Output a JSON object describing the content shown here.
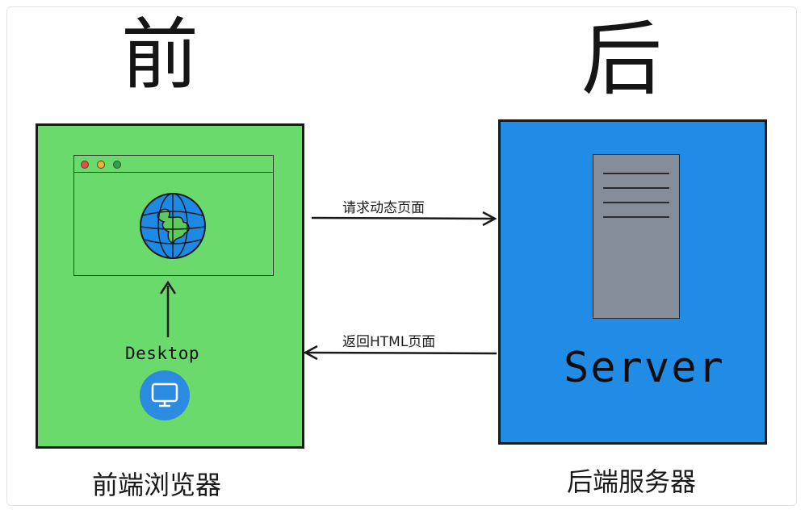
{
  "titles": {
    "front": "前",
    "back": "后"
  },
  "front": {
    "desktop_label": "Desktop",
    "caption": "前端浏览器",
    "icons": [
      "browser-window",
      "globe-icon",
      "arrow-up-icon",
      "monitor-icon"
    ]
  },
  "back": {
    "server_label": "Server",
    "caption": "后端服务器",
    "icons": [
      "server-rack-icon"
    ]
  },
  "messages": {
    "request": "请求动态页面",
    "response": "返回HTML页面"
  },
  "colors": {
    "front_panel": "#69da6b",
    "back_panel": "#218ce6",
    "server_box": "#858d98",
    "monitor_badge": "#2a8be0",
    "globe_ocean": "#1e88e5",
    "globe_land": "#5ec95c"
  }
}
